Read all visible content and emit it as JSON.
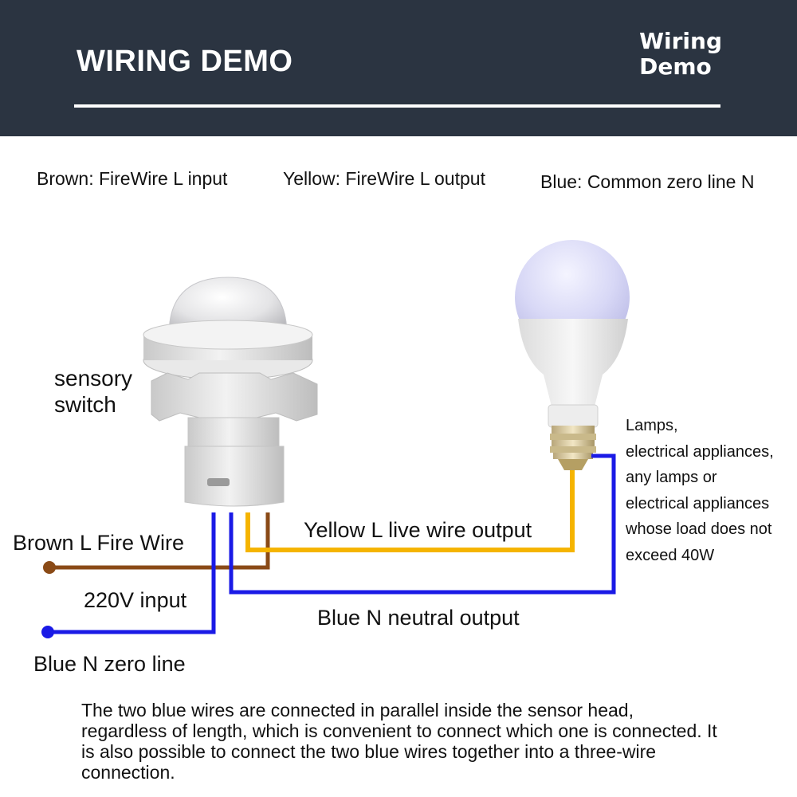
{
  "header": {
    "title": "WIRING DEMO",
    "badge_line1": "Wiring",
    "badge_line2": "Demo"
  },
  "legend": {
    "brown": "Brown: FireWire L input",
    "yellow": "Yellow: FireWire L output",
    "blue": "Blue: Common zero line N"
  },
  "labels": {
    "sensor_line1": "sensory",
    "sensor_line2": "switch",
    "brown_wire": "Brown L Fire Wire",
    "input_voltage": "220V input",
    "blue_zero": "Blue N zero line",
    "yellow_output": "Yellow L live wire output",
    "blue_output": "Blue N neutral output"
  },
  "lamp_note": [
    "Lamps,",
    "electrical appliances,",
    "any lamps or",
    "electrical appliances",
    "whose load does not",
    "exceed 40W"
  ],
  "footer_note": "The two blue wires are connected in parallel inside the sensor head, regardless of length, which is convenient to connect which one is connected. It is also possible to connect the two blue wires together into a three-wire connection.",
  "colors": {
    "header_bg": "#2b3441",
    "brown_wire": "#8a4a16",
    "yellow_wire": "#f5b400",
    "blue_wire": "#1a1ae6"
  }
}
